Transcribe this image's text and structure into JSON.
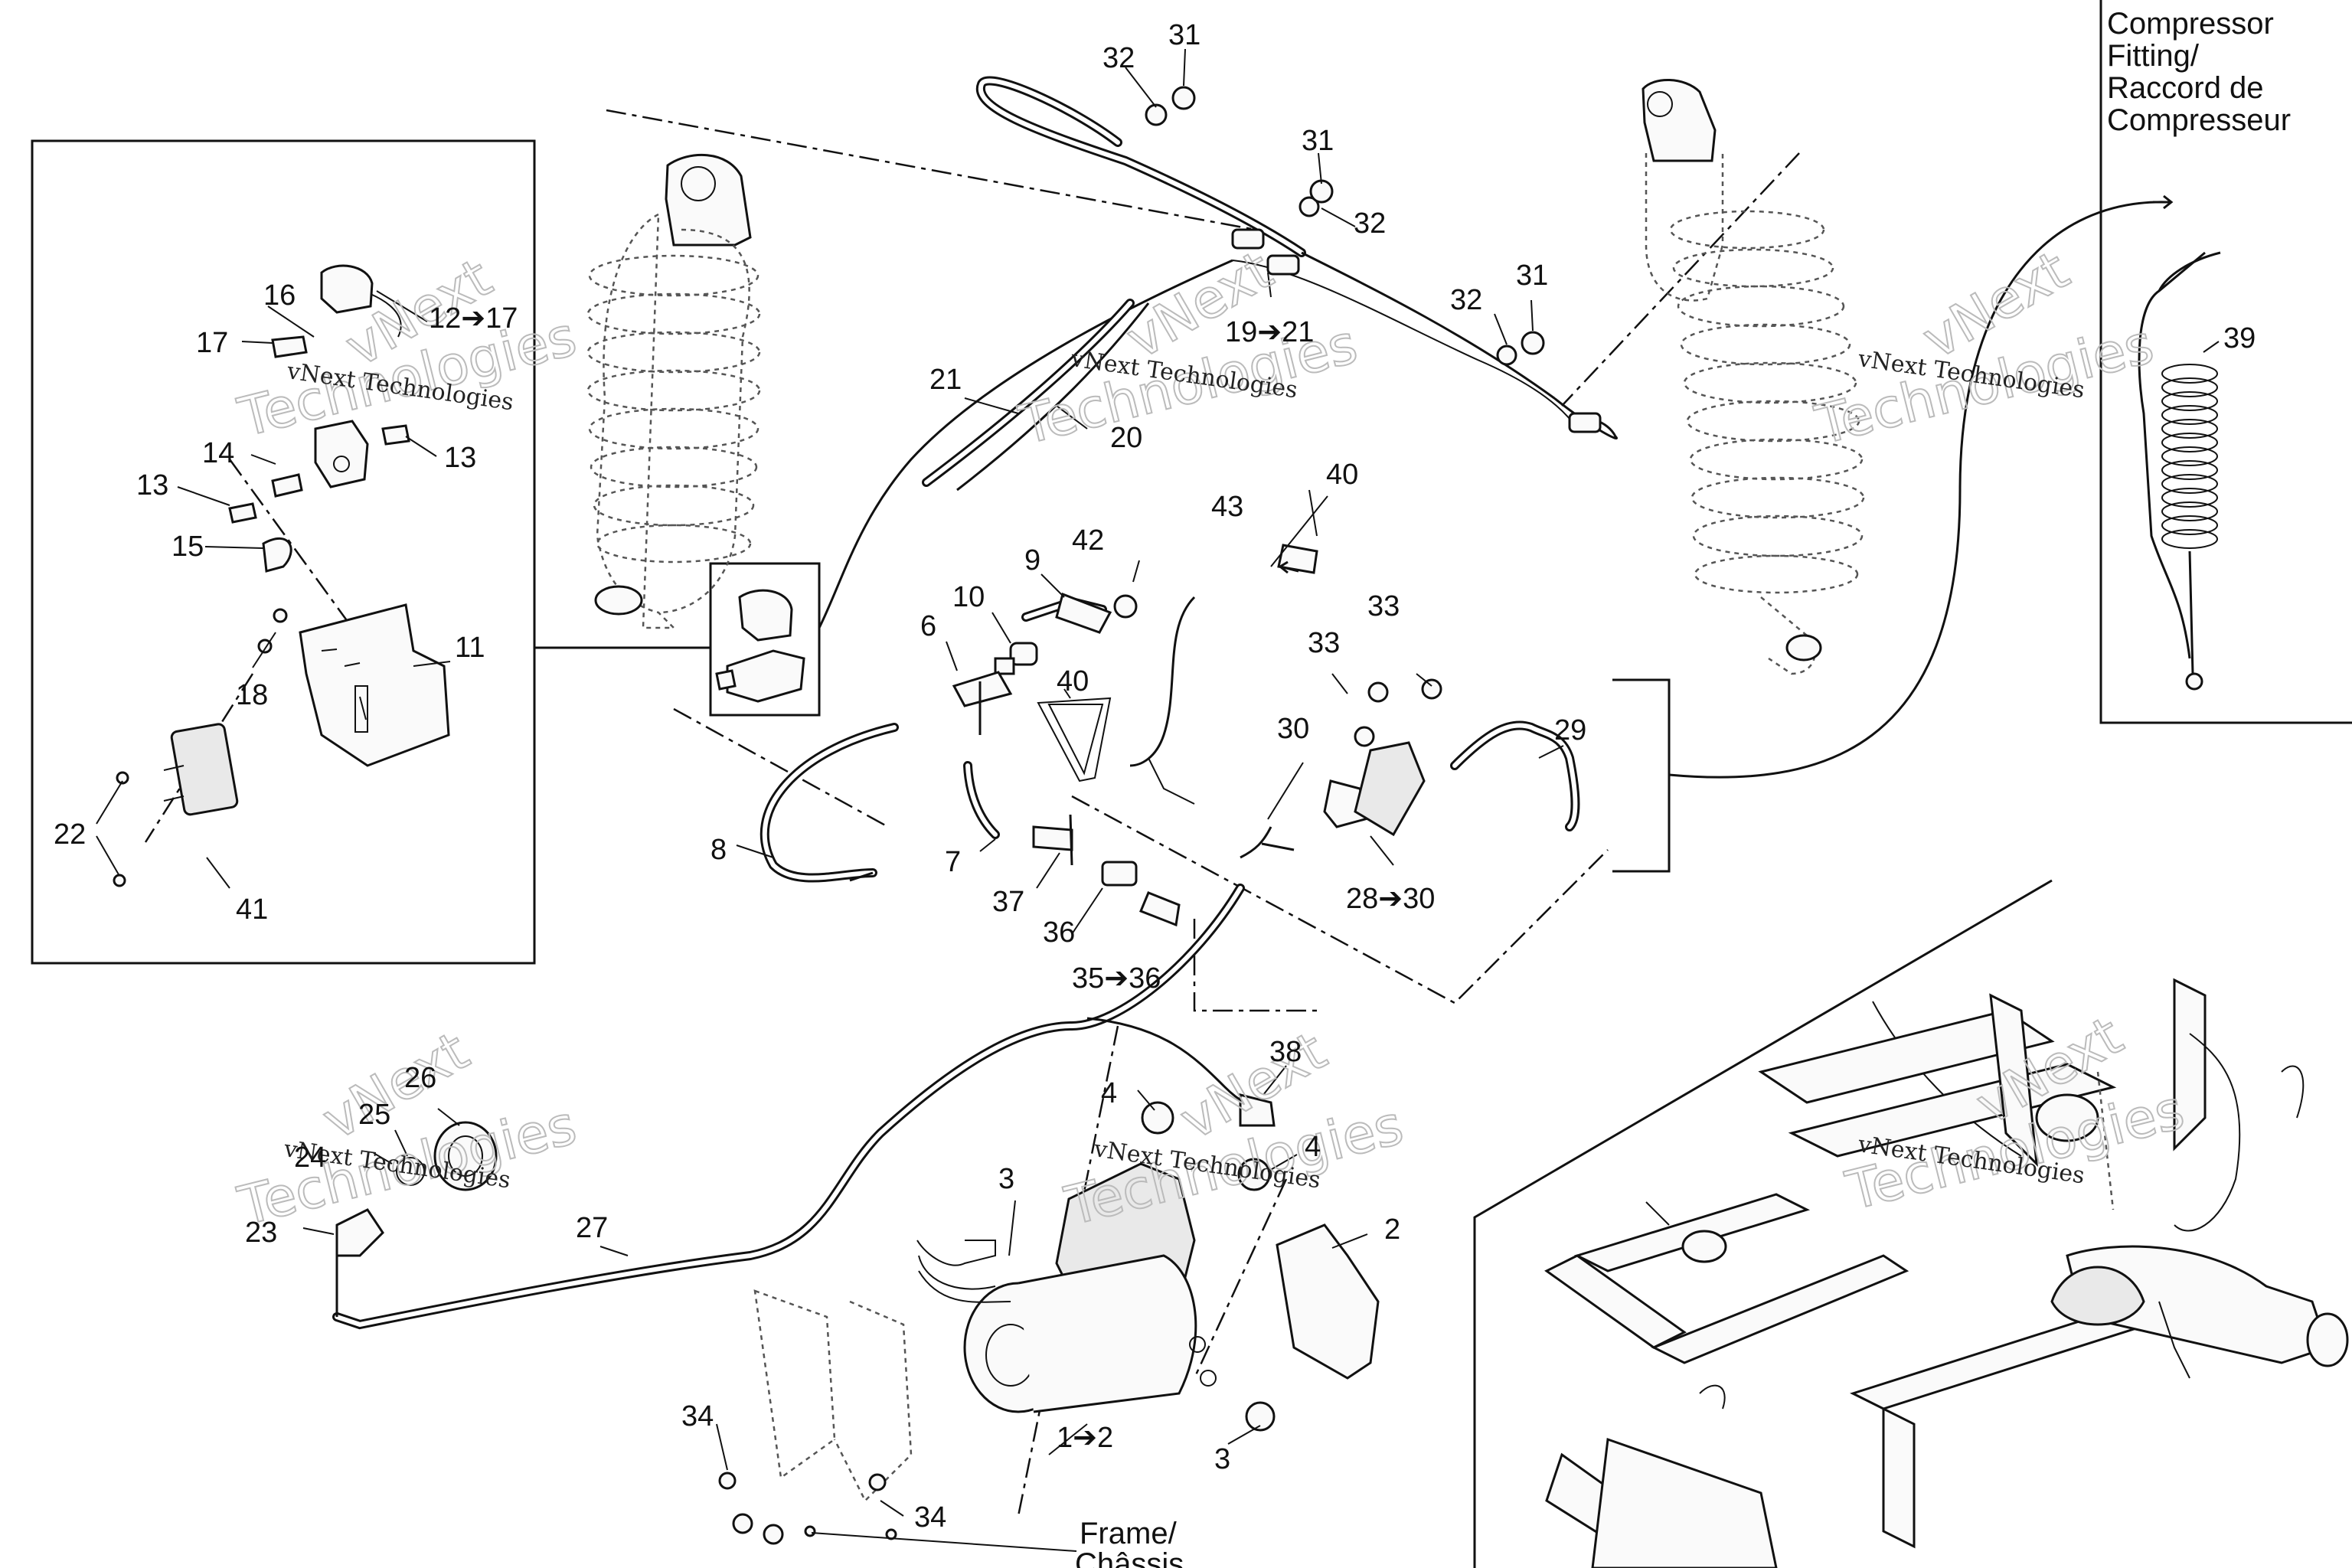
{
  "compressor_fitting_caption": [
    "Compressor",
    "Fitting/",
    "Raccord de",
    "Compresseur"
  ],
  "frame_caption": [
    "Frame/",
    "Châssis"
  ],
  "watermark": {
    "company": "vNext Technologies",
    "overlay_word": "Technologies",
    "overlay_prefix": "vNext"
  },
  "callouts": [
    "32",
    "31",
    "31",
    "32",
    "32",
    "31",
    "16",
    "12➔17",
    "17",
    "21",
    "19➔21",
    "20",
    "14",
    "13",
    "13",
    "15",
    "43",
    "40",
    "42",
    "9",
    "10",
    "6",
    "40",
    "33",
    "33",
    "11",
    "18",
    "30",
    "29",
    "22",
    "41",
    "8",
    "7",
    "37",
    "36",
    "28➔30",
    "35➔36",
    "39",
    "26",
    "25",
    "24",
    "23",
    "27",
    "38",
    "4",
    "4",
    "3",
    "2",
    "34",
    "1➔2",
    "3",
    "34"
  ]
}
